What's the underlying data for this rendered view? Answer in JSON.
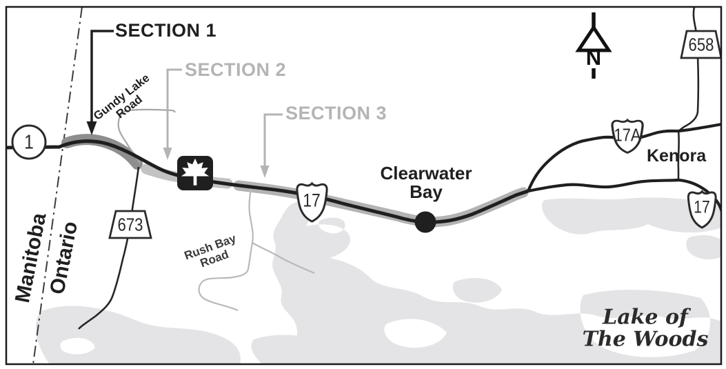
{
  "map": {
    "sections": [
      {
        "label": "SECTION 1",
        "color": "#1f1f1f"
      },
      {
        "label": "SECTION 2",
        "color": "#b4b4b4"
      },
      {
        "label": "SECTION 3",
        "color": "#b4b4b4"
      }
    ],
    "road_labels": {
      "gundy_line1": "Gundy Lake",
      "gundy_line2": "Road",
      "rush_line1": "Rush Bay",
      "rush_line2": "Road"
    },
    "places": {
      "manitoba": "Manitoba",
      "ontario": "Ontario",
      "clearwater_line1": "Clearwater",
      "clearwater_line2": "Bay",
      "kenora": "Kenora",
      "lake_line1": "Lake of",
      "lake_line2": "The Woods"
    },
    "shields": {
      "trans_canada": "1",
      "secondary_673": "673",
      "secondary_658": "658",
      "highway_17": "17",
      "highway_17a": "17A",
      "highway_17_east": "17"
    },
    "compass": {
      "north": "N"
    },
    "colors": {
      "lake": "#e4e4e6",
      "highlight_section1": "#8e8e8e",
      "highlight_section2": "#c3c3c3",
      "highlight_section3": "#b3b3b3",
      "road": "#1f1f1f",
      "minor_road_gray": "#b0b0b0"
    }
  }
}
